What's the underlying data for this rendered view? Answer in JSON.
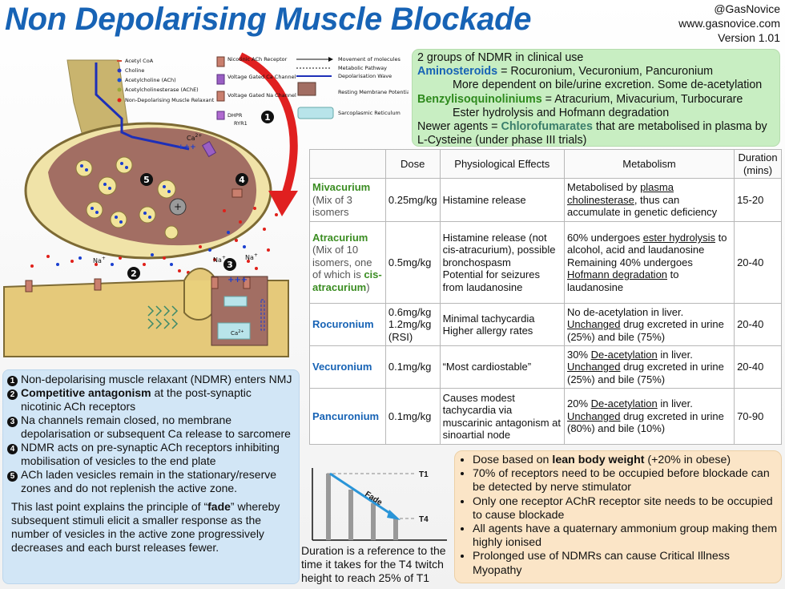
{
  "title": "Non Depolarising Muscle Blockade",
  "credits": {
    "handle": "@GasNovice",
    "website": "www.gasnovice.com",
    "version": "Version 1.01"
  },
  "legend": [
    {
      "label": "Acetyl CoA",
      "color": "#d0472f"
    },
    {
      "label": "Choline",
      "color": "#2a3bbd"
    },
    {
      "label": "Acetylcholine (ACh)",
      "color": "#1b4fd6"
    },
    {
      "label": "Acetylcholinesterase (AChE)",
      "color": "#9aa83a"
    },
    {
      "label": "Non-Depolarising Muscle Relaxant",
      "color": "#e0201a"
    },
    {
      "label": "Nicotinic ACh Receptor"
    },
    {
      "label": "Voltage Gated Ca Channel"
    },
    {
      "label": "Voltage Gated Na Channel"
    },
    {
      "label": "DHPR"
    },
    {
      "label": "RYR1"
    },
    {
      "label": "Movement of molecules"
    },
    {
      "label": "Metabolic Pathway"
    },
    {
      "label": "Depolarisation Wave"
    },
    {
      "label": "Resting Membrane Potential"
    },
    {
      "label": "Sarcoplasmic Reticulum"
    }
  ],
  "diagram_labels": {
    "ca": "Ca",
    "ca_sup": "2+",
    "na": "Na",
    "na_sup": "+",
    "pluses": "+++",
    "minuses": "---"
  },
  "markers": [
    "1",
    "2",
    "3",
    "4",
    "5"
  ],
  "groups": {
    "intro": "2 groups of NDMR in clinical use",
    "amino_name": "Aminosteroids",
    "amino_rest": " = Rocuronium, Vecuronium, Pancuronium",
    "amino_note": "More dependent on bile/urine excretion. Some de-acetylation",
    "benzyl_name": "Benzylisoquinoliniums",
    "benzyl_rest": " = Atracurium, Mivacurium, Turbocurare",
    "benzyl_note": "Ester hydrolysis and Hofmann degradation",
    "newer_pre": "Newer agents = ",
    "newer_name": "Chlorofumarates",
    "newer_post": " that are metabolised in plasma by L-Cysteine (under phase III trials)"
  },
  "table": {
    "headers": [
      "",
      "Dose",
      "Physiological Effects",
      "Metabolism",
      "Duration (mins)"
    ],
    "mivacurium": {
      "name": "Mivacurium",
      "sub": "(Mix of 3 isomers",
      "dose": "0.25mg/kg",
      "effects": "Histamine release",
      "met1": "Metabolised by ",
      "met_u": "plasma cholinesterase",
      "met2": ", thus can accumulate in genetic deficiency",
      "duration": "15-20"
    },
    "atracurium": {
      "name": "Atracurium",
      "sub": "(Mix of 10 isomers, one of which is ",
      "sub_bold": "cis-atracurium",
      "sub_end": ")",
      "dose": "0.5mg/kg",
      "effects1": "Histamine release (not cis-atracurium), possible bronchospasm",
      "effects2": "Potential for seizures from laudanosine",
      "met1": "60% undergoes ",
      "met_u1": "ester hydrolysis",
      "met2": " to alcohol, acid and laudanosine",
      "met3": "Remaining 40% undergoes ",
      "met_u2": "Hofmann degradation",
      "met4": " to laudanosine",
      "duration": "20-40"
    },
    "rocuronium": {
      "name": "Rocuronium",
      "dose1": "0.6mg/kg",
      "dose2": "1.2mg/kg (RSI)",
      "effects1": "Minimal tachycardia",
      "effects2": "Higher allergy rates",
      "met1": "No de-acetylation in liver.",
      "met_u": "Unchanged",
      "met2": " drug excreted in urine (25%) and bile (75%)",
      "duration": "20-40"
    },
    "vecuronium": {
      "name": "Vecuronium",
      "dose": "0.1mg/kg",
      "effects": "“Most cardiostable”",
      "met0": "30% ",
      "met_u1": "De-acetylation",
      "met1": " in liver.",
      "met_u2": "Unchanged",
      "met2": " drug excreted in urine (25%) and bile (75%)",
      "duration": "20-40"
    },
    "pancuronium": {
      "name": "Pancuronium",
      "dose": "0.1mg/kg",
      "effects": "Causes modest tachycardia via muscarinic antagonism at sinoartial node",
      "met0": "20% ",
      "met_u1": "De-acetylation",
      "met1": " in liver.",
      "met_u2": "Unchanged",
      "met2": " drug excreted in urine (80%) and bile (10%)",
      "duration": "70-90"
    }
  },
  "steps": {
    "s1": "Non-depolarising muscle relaxant (NDMR) enters NMJ",
    "s2_bold": "Competitive antagonism",
    "s2_rest": " at the post-synaptic nicotinic ACh receptors",
    "s3": "Na channels remain closed, no membrane depolarisation or subsequent Ca release to sarcomere",
    "s4": "NDMR acts on pre-synaptic ACh receptors inhibiting mobilisation of vesicles to the end plate",
    "s5": " ACh laden vesicles remain in the stationary/reserve zones and do not replenish the active zone.",
    "fade_pre": "This last point explains the principle of “",
    "fade_word": "fade",
    "fade_post": "” whereby subsequent stimuli elicit a smaller response as the number of vesicles in the active zone progressively decreases and each burst releases fewer."
  },
  "graph": {
    "t1": "T1",
    "t4": "T4",
    "fade": "Fade",
    "caption": "Duration is a reference to the time it takes for the T4 twitch height to reach 25% of T1"
  },
  "notes": {
    "n1_pre": "Dose based on ",
    "n1_bold": "lean body weight",
    "n1_post": " (+20% in obese)",
    "n2": "70% of receptors need to be occupied before blockade can be detected by nerve stimulator",
    "n3": "Only one receptor AChR receptor site needs to be occupied to cause blockade",
    "n4": "All agents have a quaternary ammonium group making them highly ionised",
    "n5": "Prolonged use of NDMRs can cause Critical Illness Myopathy"
  }
}
